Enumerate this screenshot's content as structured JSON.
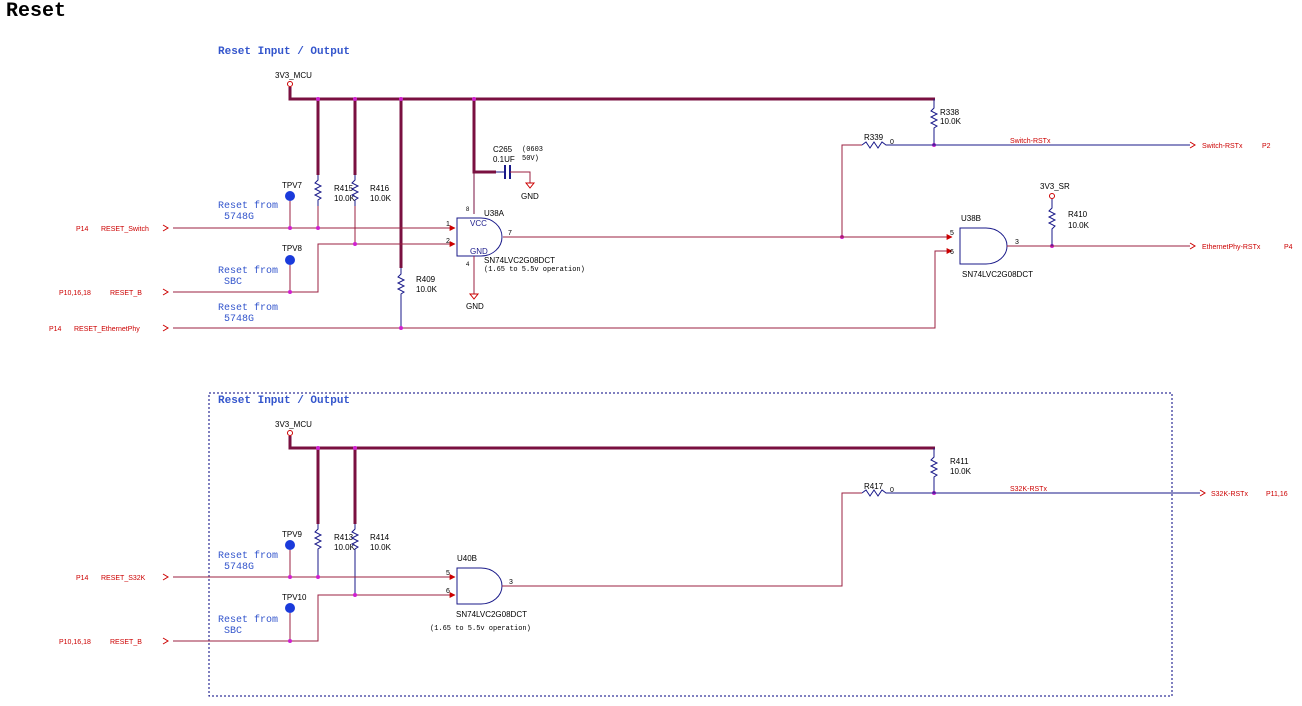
{
  "page_title": "Reset",
  "colors": {
    "bus": "#7a1040",
    "wire": "#9b2040",
    "net": "#e00000",
    "part": "#1a1a8a",
    "blue": "#3355cc",
    "junction": "#d020d0",
    "frame": "#000080"
  },
  "top": {
    "heading": "Reset Input / Output",
    "supply": "3V3_MCU",
    "supply_sr": "3V3_SR",
    "tp": [
      {
        "ref": "TPV7",
        "note1": "Reset from",
        "note2": "5748G"
      },
      {
        "ref": "TPV8",
        "note1": "Reset from",
        "note2": "SBC"
      }
    ],
    "note3a": "Reset from",
    "note3b": "5748G",
    "resistors": [
      {
        "ref": "R415",
        "val": "10.0K"
      },
      {
        "ref": "R416",
        "val": "10.0K"
      },
      {
        "ref": "R409",
        "val": "10.0K"
      },
      {
        "ref": "R338",
        "val": "10.0K"
      },
      {
        "ref": "R339",
        "val": "0"
      },
      {
        "ref": "R410",
        "val": "10.0K"
      }
    ],
    "cap": {
      "ref": "C265",
      "val": "0.1UF",
      "pkg": "(0603",
      "volt": "50V)"
    },
    "u38a": {
      "ref": "U38A",
      "part": "SN74LVC2G08DCT",
      "range": "(1.65 to 5.5v operation)",
      "vcc": "VCC",
      "gnd": "GND",
      "pin1": "1",
      "pin2": "2",
      "pin7": "7",
      "pin8": "8",
      "pin4": "4"
    },
    "u38b": {
      "ref": "U38B",
      "part": "SN74LVC2G08DCT",
      "pin5": "5",
      "pin6": "6",
      "pin3": "3"
    },
    "gnd1": "GND",
    "gnd2": "GND",
    "inputs": [
      {
        "page": "P14",
        "net": "RESET_Switch"
      },
      {
        "page": "P10,16,18",
        "net": "RESET_B"
      },
      {
        "page": "P14",
        "net": "RESET_EthernetPhy"
      }
    ],
    "outputs": [
      {
        "wire": "Switch-RSTx",
        "port": "Switch-RSTx",
        "page": "P2"
      },
      {
        "wire": "",
        "port": "EthernetPhy-RSTx",
        "page": "P4"
      }
    ]
  },
  "bottom": {
    "heading": "Reset Input / Output",
    "supply": "3V3_MCU",
    "tp": [
      {
        "ref": "TPV9",
        "note1": "Reset from",
        "note2": "5748G"
      },
      {
        "ref": "TPV10",
        "note1": "Reset from",
        "note2": "SBC"
      }
    ],
    "resistors": [
      {
        "ref": "R413",
        "val": "10.0K"
      },
      {
        "ref": "R414",
        "val": "10.0K"
      },
      {
        "ref": "R411",
        "val": "10.0K"
      },
      {
        "ref": "R417",
        "val": "0"
      }
    ],
    "u40b": {
      "ref": "U40B",
      "part": "SN74LVC2G08DCT",
      "range": "(1.65 to 5.5v operation)",
      "pin5": "5",
      "pin6": "6",
      "pin3": "3"
    },
    "inputs": [
      {
        "page": "P14",
        "net": "RESET_S32K"
      },
      {
        "page": "P10,16,18",
        "net": "RESET_B"
      }
    ],
    "outputs": [
      {
        "wire": "S32K-RSTx",
        "port": "S32K-RSTx",
        "page": "P11,16"
      }
    ]
  }
}
